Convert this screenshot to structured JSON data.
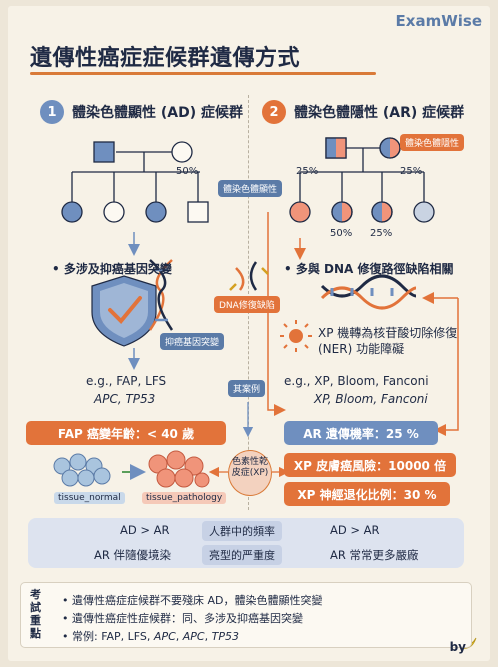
{
  "brand": "ExamWise",
  "title": "遺傳性癌症症候群遺傳方式",
  "ad": {
    "number": "1",
    "heading": "體染色體顯性 (AD) 症候群",
    "percent": "50%",
    "bullet": "多涉及抑癌基因突變",
    "tag_tumor_gene": "抑癌基因突變",
    "examples_line1": "e.g., FAP, LFS",
    "examples_line2": "APC, TP53",
    "age_box": "FAP 癌變年齡：< 40 歲",
    "tissue_normal": "tissue_normal",
    "tissue_pathology": "tissue_pathology"
  },
  "ar": {
    "number": "2",
    "heading": "體染色體隱性 (AR) 症候群",
    "carrier_tag": "體染色體隱性",
    "pct_left": "25%",
    "pct_right": "25%",
    "pct_bottom_1": "50%",
    "pct_bottom_2": "25%",
    "bullet": "多與 DNA 修復路徑缺陷相關",
    "ner_line1": "XP 機轉為核苷酸切除修復",
    "ner_line2": "(NER) 功能障礙",
    "examples_line1": "e.g., XP, Bloom, Fanconi",
    "examples_line2": "XP, Bloom, Fanconi",
    "prob_box": "AR 遺傳機率：25 %",
    "skin_box": "XP 皮膚癌風險：10000 倍",
    "neuro_box": "XP 神經退化比例：30 %"
  },
  "center": {
    "ad_tag": "體染色體顯性",
    "dna_tag": "DNA修復缺陷",
    "example_tag": "其案例",
    "xp_oval": "色素性乾皮症(XP)"
  },
  "compare": {
    "left_1": "AD > AR",
    "mid_1": "人群中的頻率",
    "right_1": "AD > AR",
    "left_2": "AR 伴隨優境染",
    "mid_2": "亮型的严重度",
    "right_2": "AR 常常更多嚴廠"
  },
  "exam": {
    "label": "考試重點",
    "line1": "遺傳性癌症症候群不要殘床 AD，體染色體顯性突變",
    "line2": "遺傳性癌症性症候群：同、多涉及抑癌基因突變",
    "line3_pre": "常例: FAP, LFS, ",
    "line3_it1": "APC",
    "line3_sep1": ", ",
    "line3_it2": "APC",
    "line3_sep2": ", ",
    "line3_it3": "TP53"
  },
  "byline": "by",
  "colors": {
    "navy": "#1f2a44",
    "blue": "#6f8fbf",
    "orange": "#e2733a",
    "paper": "#f7f2e7"
  }
}
